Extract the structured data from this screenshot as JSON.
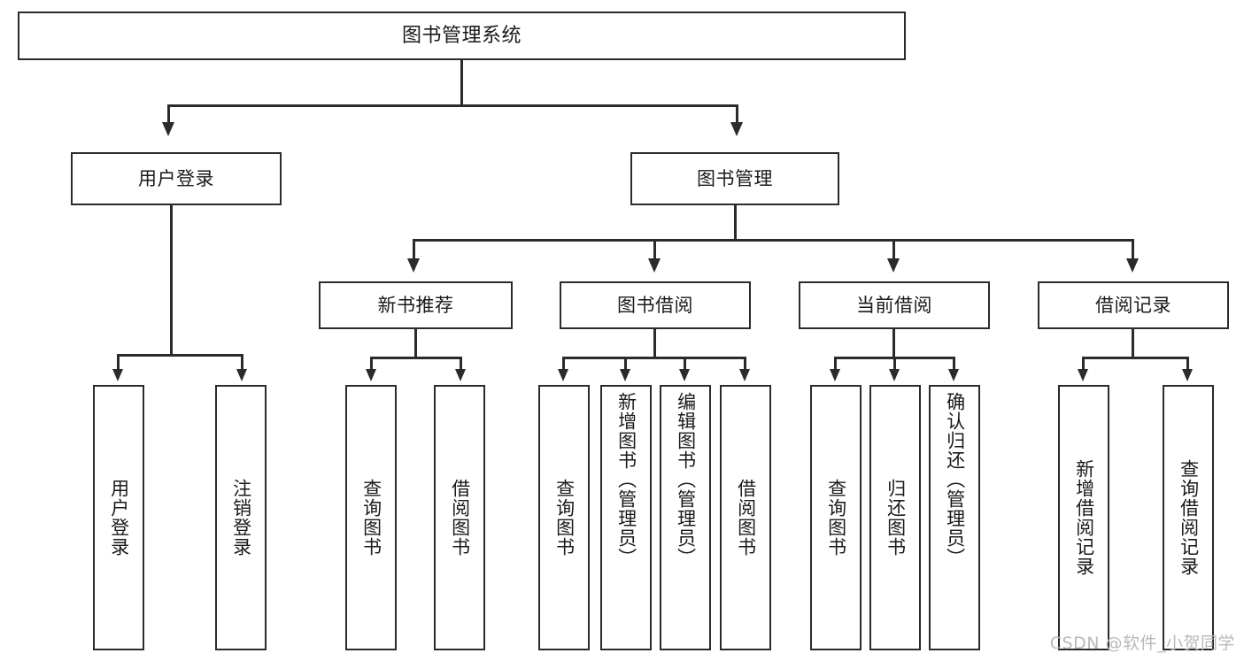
{
  "diagram": {
    "type": "tree-hierarchy",
    "title": "图书管理系统",
    "watermark": "CSDN @软件_小贺同学",
    "colors": {
      "stroke": "#2b2b2b",
      "fill": "#ffffff",
      "text": "#1a1a1a",
      "watermark": "#b9b9b9"
    },
    "levels": {
      "root": {
        "label": "图书管理系统"
      },
      "level2": [
        {
          "label": "用户登录"
        },
        {
          "label": "图书管理"
        }
      ],
      "level3": [
        {
          "label": "新书推荐"
        },
        {
          "label": "图书借阅"
        },
        {
          "label": "当前借阅"
        },
        {
          "label": "借阅记录"
        }
      ],
      "leaves": {
        "user_login": [
          {
            "label": "用户登录"
          },
          {
            "label": "注销登录"
          }
        ],
        "new_book": [
          {
            "label": "查询图书"
          },
          {
            "label": "借阅图书"
          }
        ],
        "book_borrow": [
          {
            "label": "查询图书"
          },
          {
            "label": "新增图书（管理员）"
          },
          {
            "label": "编辑图书（管理员）"
          },
          {
            "label": "借阅图书"
          }
        ],
        "current_borrow": [
          {
            "label": "查询图书"
          },
          {
            "label": "归还图书"
          },
          {
            "label": "确认归还（管理员）"
          }
        ],
        "borrow_record": [
          {
            "label": "新增借阅记录"
          },
          {
            "label": "查询借阅记录"
          }
        ]
      }
    }
  }
}
